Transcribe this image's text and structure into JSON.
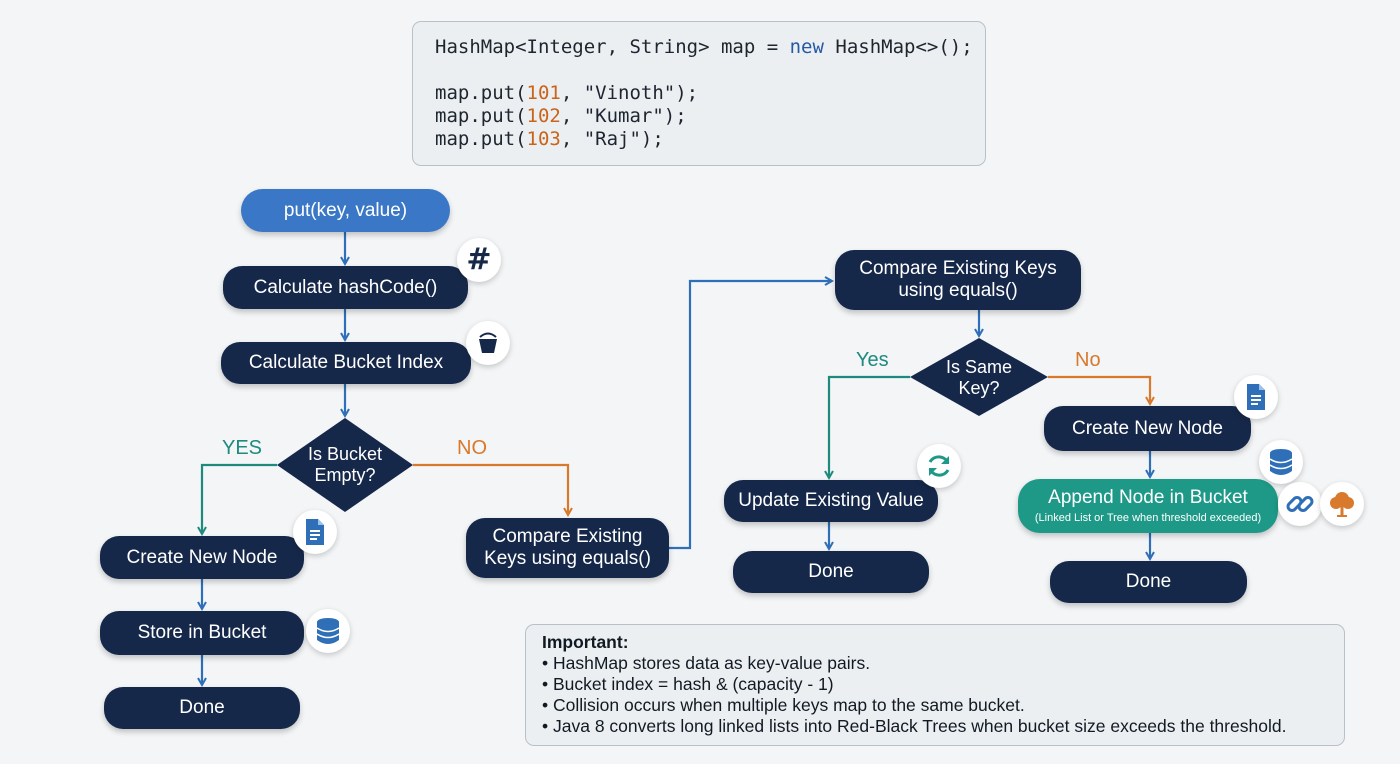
{
  "code": {
    "line1": {
      "a": "HashMap<Integer, String> map = ",
      "kw": "new",
      "b": " HashMap<>();"
    },
    "puts": [
      {
        "pre": "map.put(",
        "num": "101",
        "post": ", \"Vinoth\");"
      },
      {
        "pre": "map.put(",
        "num": "102",
        "post": ", \"Kumar\");"
      },
      {
        "pre": "map.put(",
        "num": "103",
        "post": ", \"Raj\");"
      }
    ]
  },
  "flow": {
    "start": "put(key, value)",
    "calc_hash": "Calculate hashCode()",
    "calc_bucket": "Calculate Bucket Index",
    "is_empty_line1": "Is Bucket",
    "is_empty_line2": "Empty?",
    "yes_left": "YES",
    "no_left": "NO",
    "create_left": "Create New Node",
    "store": "Store in Bucket",
    "done_left": "Done",
    "compare_mid_line1": "Compare Existing",
    "compare_mid_line2": "Keys using equals()",
    "compare_top_line1": "Compare Existing Keys",
    "compare_top_line2": "using equals()",
    "is_same_line1": "Is Same",
    "is_same_line2": "Key?",
    "yes_right": "Yes",
    "no_right": "No",
    "update": "Update Existing Value",
    "done_mid": "Done",
    "create_right": "Create New Node",
    "append": "Append Node in Bucket",
    "append_sub": "(Linked List or Tree when threshold exceeded)",
    "done_right": "Done"
  },
  "icons": {
    "hash": "#",
    "names": [
      "hash-icon",
      "bucket-icon",
      "document-icon",
      "database-icon",
      "refresh-icon",
      "link-icon",
      "tree-icon"
    ]
  },
  "notes": {
    "title": "Important:",
    "items": [
      "• HashMap stores data as key-value pairs.",
      "• Bucket index = hash & (capacity - 1)",
      "• Collision occurs when multiple keys map to the same bucket.",
      "• Java 8 converts long linked lists into Red-Black Trees when bucket size exceeds the threshold."
    ]
  },
  "colors": {
    "navy": "#16284a",
    "start_blue": "#3a78c7",
    "teal": "#1e9987",
    "yes_green": "#1e8a7e",
    "no_orange": "#d8792c",
    "arrow_blue": "#2f6fb8"
  }
}
